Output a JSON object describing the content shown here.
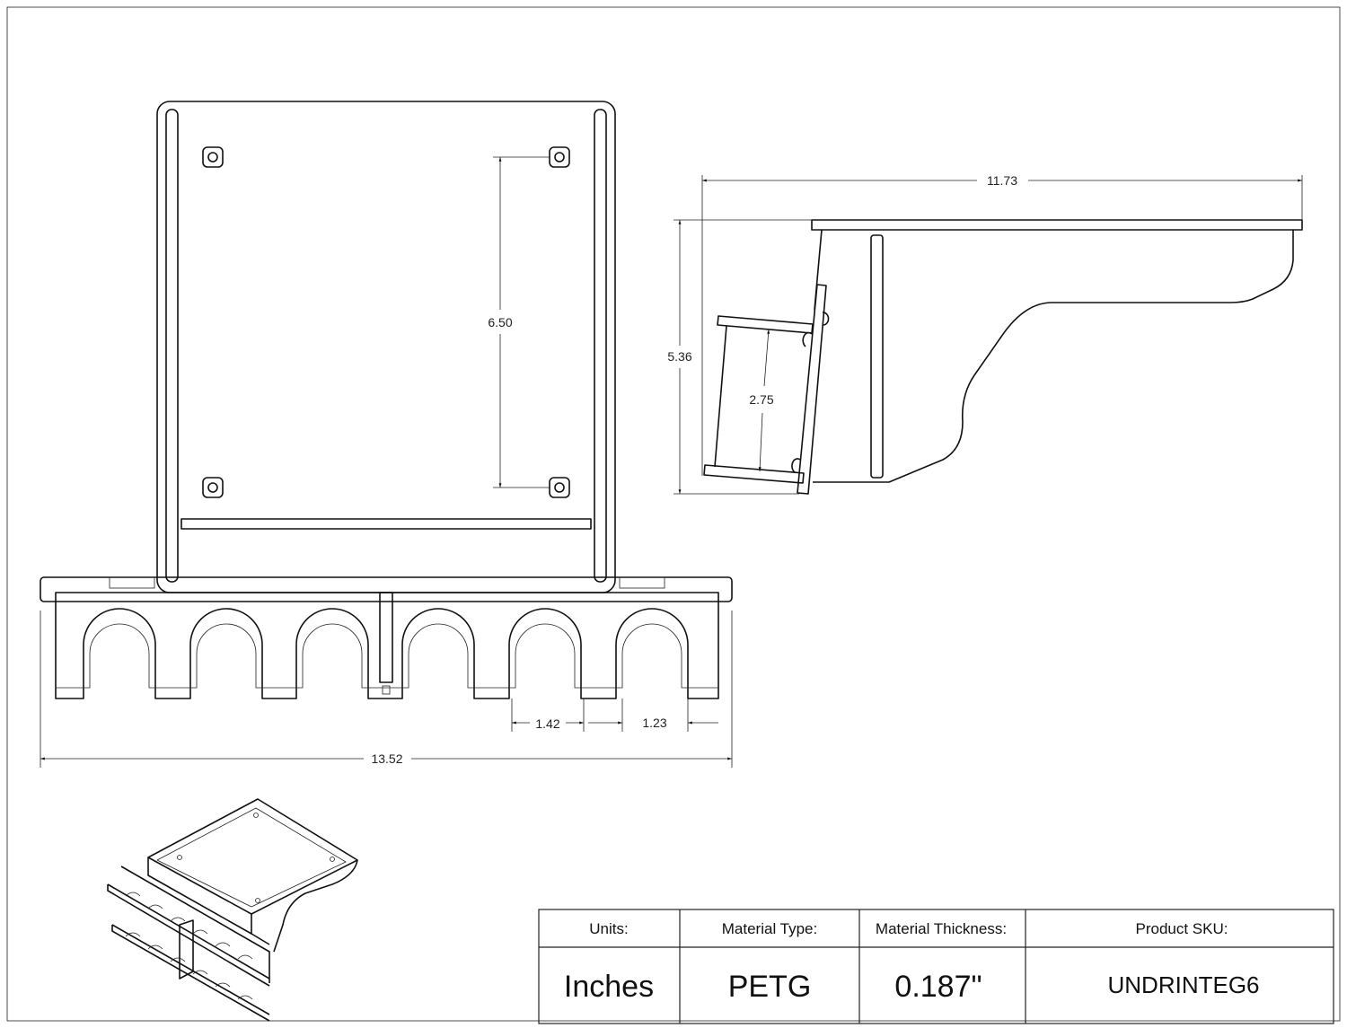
{
  "dimensions": {
    "front_plate_hole_spacing": "6.50",
    "overall_width": "13.52",
    "slot_width": "1.42",
    "finger_width": "1.23",
    "side_depth": "11.73",
    "side_height": "5.36",
    "shelf_height": "2.75"
  },
  "title_block": {
    "headers": [
      "Units:",
      "Material Type:",
      "Material Thickness:",
      "Product SKU:"
    ],
    "values": [
      "Inches",
      "PETG",
      "0.187\"",
      "UNDRINTEG6"
    ]
  }
}
